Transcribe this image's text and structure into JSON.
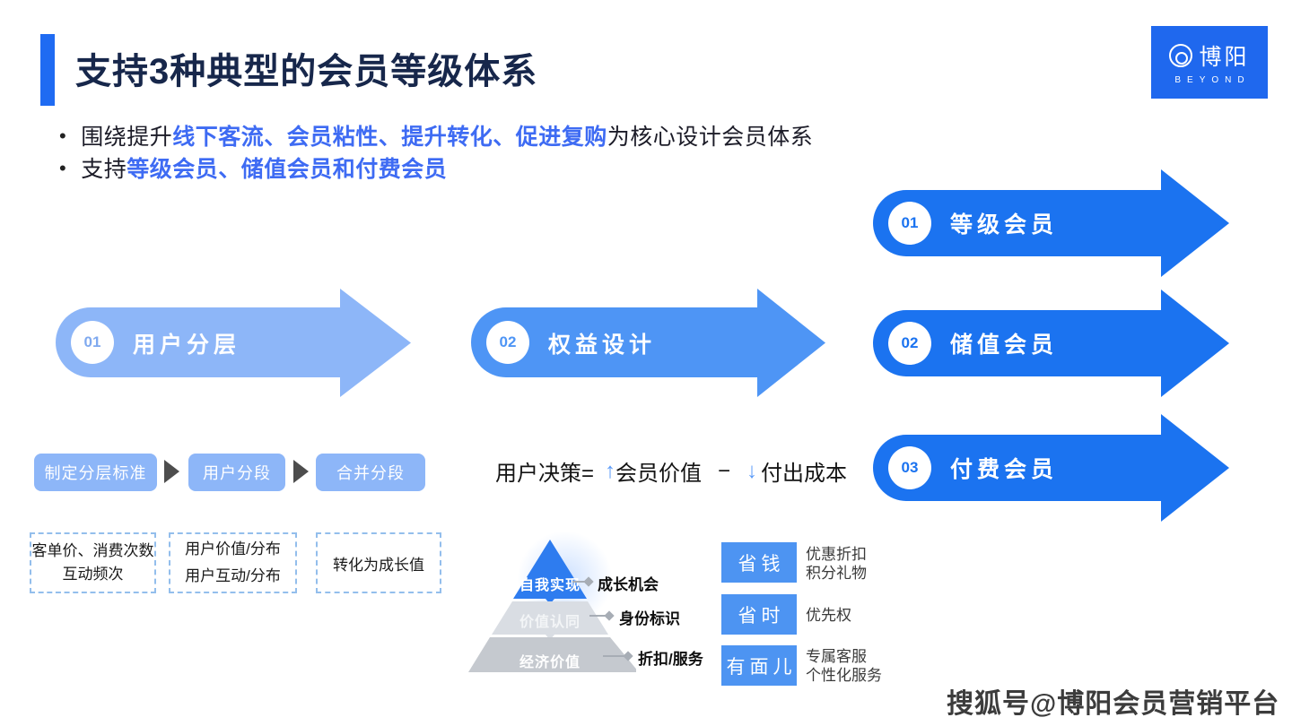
{
  "slide": {
    "title": "支持3种典型的会员等级体系",
    "bullet_glyph": "•",
    "bullet1": {
      "pre": "围绕提升",
      "highlight": "线下客流、会员粘性、提升转化、促进复购",
      "post": "为核心设计会员体系"
    },
    "bullet2": {
      "pre": "支持",
      "highlight": "等级会员、储值会员和付费会员"
    }
  },
  "logo": {
    "name": "博阳",
    "sub": "BEYOND"
  },
  "flow": {
    "step1": {
      "num": "01",
      "label": "用户分层"
    },
    "step2": {
      "num": "02",
      "label": "权益设计"
    }
  },
  "member_types": [
    {
      "num": "01",
      "label": "等级会员"
    },
    {
      "num": "02",
      "label": "储值会员"
    },
    {
      "num": "03",
      "label": "付费会员"
    }
  ],
  "segmentation": {
    "steps": [
      "制定分层标准",
      "用户分段",
      "合并分段"
    ],
    "notes": [
      {
        "line1": "客单价、消费次数",
        "line2": "互动频次"
      },
      {
        "line1": "用户价值/分布",
        "line2": "用户互动/分布"
      },
      {
        "line1": "转化为成长值"
      }
    ]
  },
  "formula": {
    "lhs": "用户决策=",
    "up_arrow": "↑",
    "gain": "会员价值",
    "minus": "−",
    "down_arrow": "↓",
    "cost": "付出成本"
  },
  "pyramid": {
    "levels": [
      {
        "label": "自我实现",
        "benefit": "成长机会"
      },
      {
        "label": "价值认同",
        "benefit": "身份标识"
      },
      {
        "label": "经济价值",
        "benefit": "折扣/服务"
      }
    ]
  },
  "value_points": [
    {
      "tag": "省钱",
      "desc1": "优惠折扣",
      "desc2": "积分礼物"
    },
    {
      "tag": "省时",
      "desc1": "优先权",
      "desc2": ""
    },
    {
      "tag": "有面儿",
      "desc1": "专属客服",
      "desc2": "个性化服务"
    }
  ],
  "watermark": "搜狐号@博阳会员营销平台",
  "colors": {
    "accent_blue": "#1F6BF2",
    "bright_blue": "#1B73F0",
    "mid_blue": "#4E95F5",
    "light_blue": "#8DB6F8",
    "title_navy": "#17274B",
    "highlight_blue": "#3E6BF3",
    "logo_blue": "#1F68EE"
  }
}
